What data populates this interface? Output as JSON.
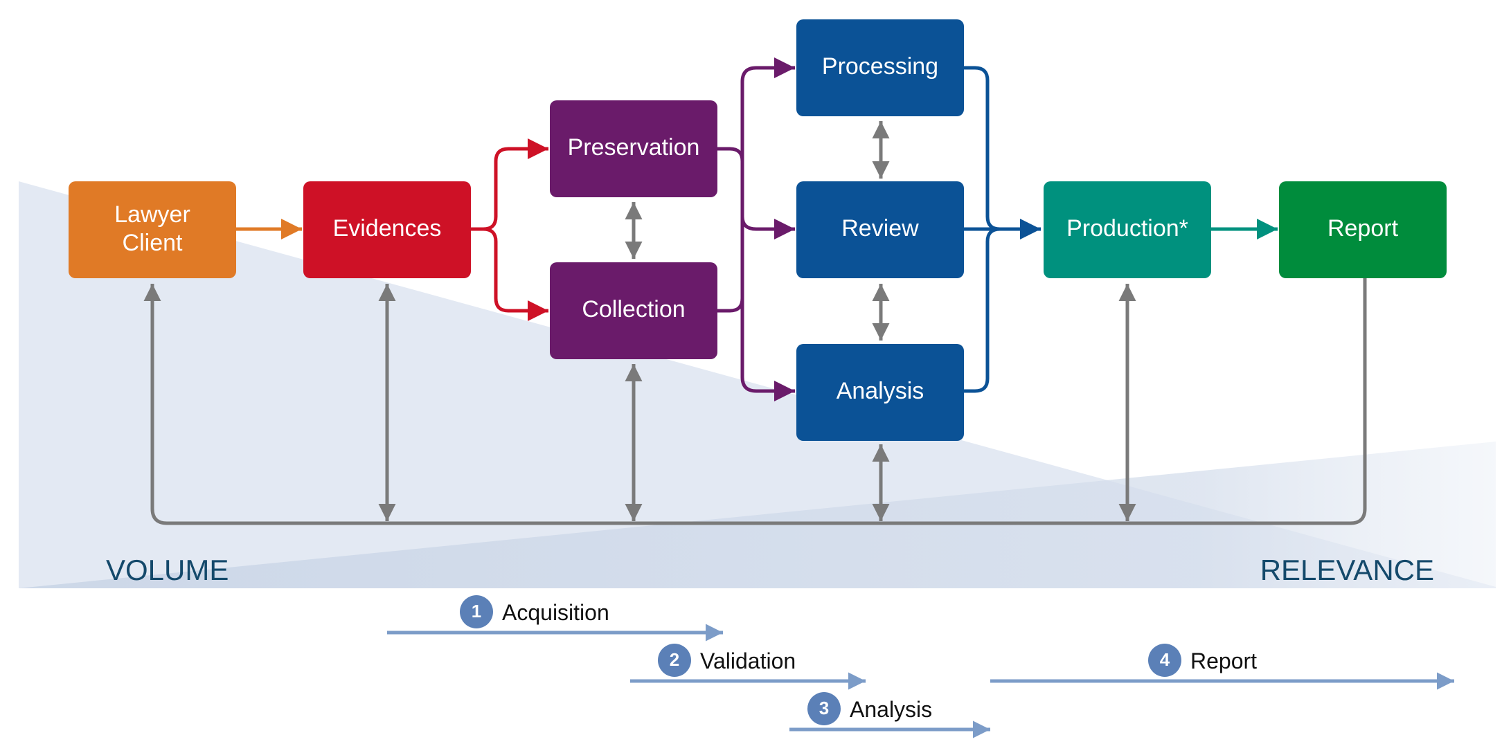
{
  "colors": {
    "orange": "#E07A26",
    "red": "#CE1126",
    "purple": "#6A1B6A",
    "blue": "#0B5296",
    "teal": "#00917E",
    "green": "#008C3C",
    "gray": "#7A7A7A",
    "phase_blue": "#5B80B7",
    "phase_arrow": "#7C9CC8",
    "label_navy": "#14496B",
    "bg_light": "#E3E9F3",
    "bg_mid": "#C8D4E6"
  },
  "boxes": {
    "lawyer": {
      "lines": [
        "Lawyer",
        "Client"
      ]
    },
    "evidences": {
      "label": "Evidences"
    },
    "preservation": {
      "label": "Preservation"
    },
    "collection": {
      "label": "Collection"
    },
    "processing": {
      "label": "Processing"
    },
    "review": {
      "label": "Review"
    },
    "analysis": {
      "label": "Analysis"
    },
    "production": {
      "label": "Production*"
    },
    "report": {
      "label": "Report"
    }
  },
  "background": {
    "volume": "VOLUME",
    "relevance": "RELEVANCE"
  },
  "phases": [
    {
      "number": "1",
      "label": "Acquisition"
    },
    {
      "number": "2",
      "label": "Validation"
    },
    {
      "number": "3",
      "label": "Analysis"
    },
    {
      "number": "4",
      "label": "Report"
    }
  ]
}
